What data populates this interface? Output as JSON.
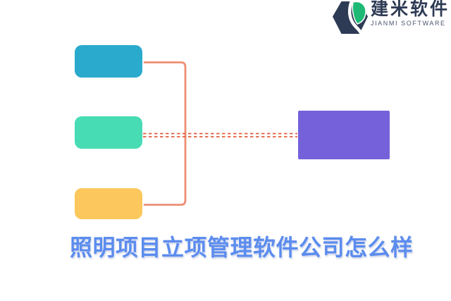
{
  "logo": {
    "brand_cn": "建米软件",
    "brand_en": "JIANMI SOFTWARE",
    "icon_name": "jianmi-hexagon-leaf-logo",
    "navy": "#2e3b55",
    "green": "#1eb974"
  },
  "diagram": {
    "nodes": [
      {
        "id": "top-left-node",
        "color": "#2aaacd"
      },
      {
        "id": "middle-left-node",
        "color": "#48dcb5"
      },
      {
        "id": "bottom-left-node",
        "color": "#fcc75c"
      },
      {
        "id": "right-node",
        "color": "#7561da"
      }
    ],
    "connectors": {
      "bracket_color": "#ef8e74",
      "dashed_color": "#e05f3e",
      "description": "solid bracket joins top and bottom left nodes; double dashed line runs from middle left node to right node"
    }
  },
  "caption": {
    "text": "照明项目立项管理软件公司怎么样",
    "color": "#5b8cee"
  }
}
